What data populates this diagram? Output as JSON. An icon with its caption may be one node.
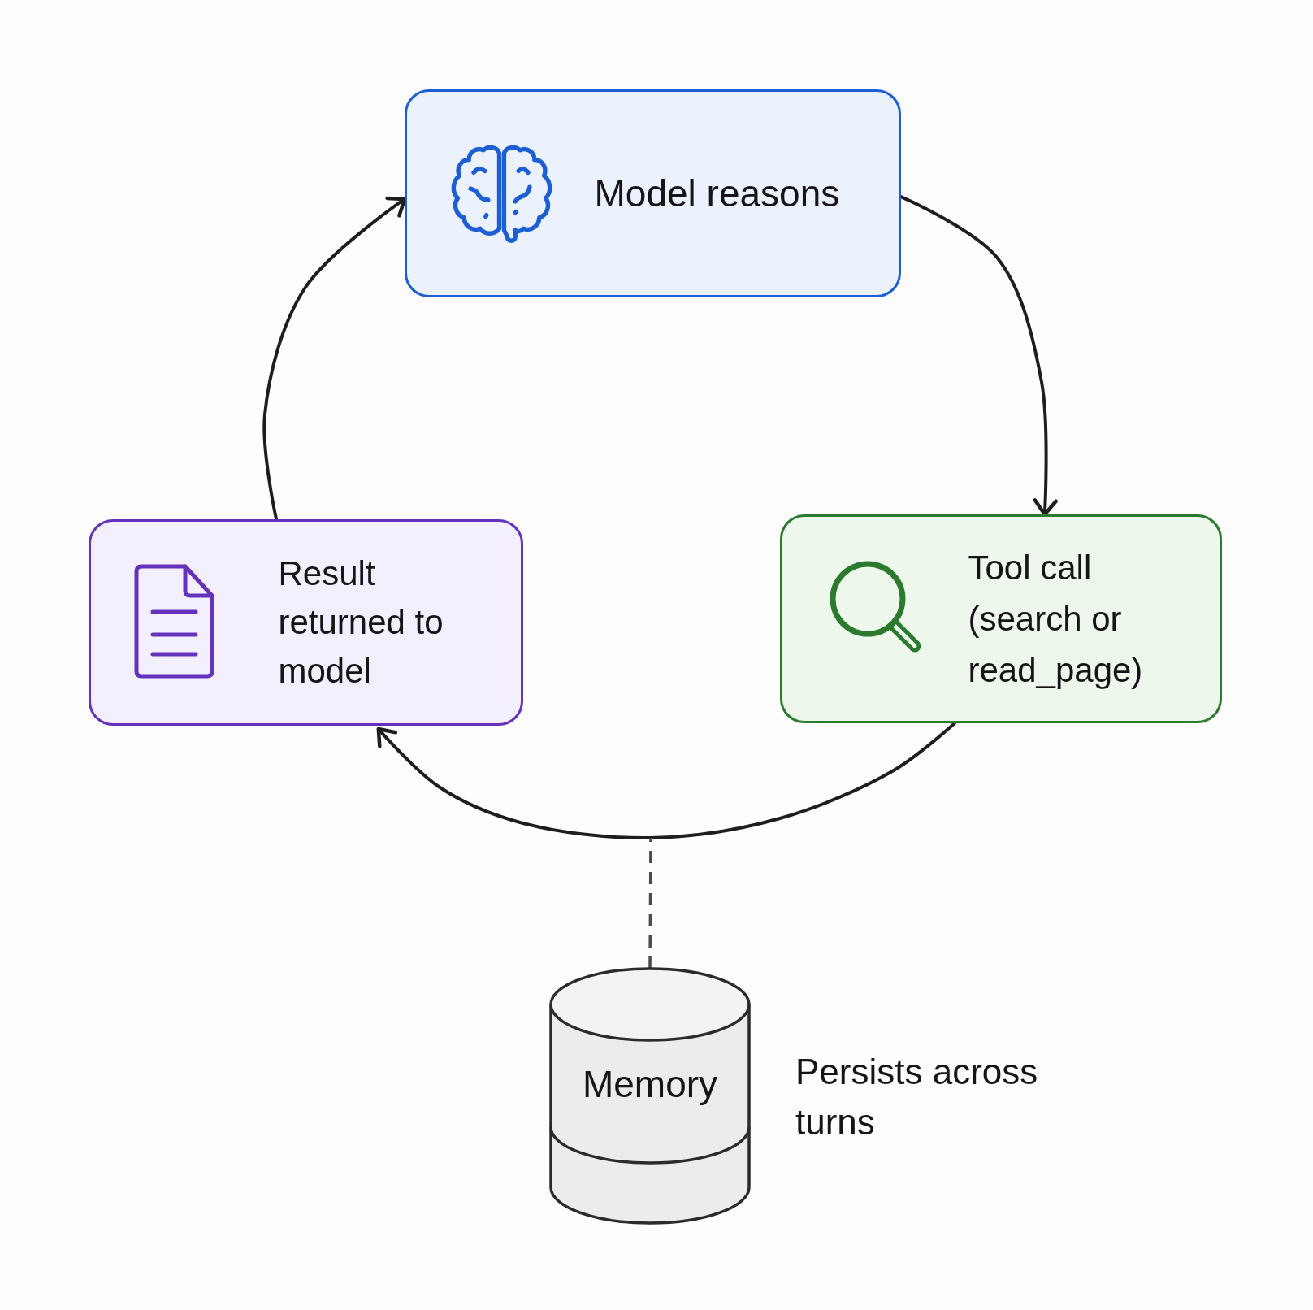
{
  "diagram": {
    "nodes": [
      {
        "text": [
          "Model reasons"
        ]
      },
      {
        "text": [
          "Tool call (search or read_page)"
        ]
      },
      {
        "text": [
          "Result returned to model"
        ]
      },
      {
        "text": [
          "Memory"
        ],
        "beside": [
          "Persists across turns"
        ]
      }
    ],
    "edges": [
      {
        "from": 0,
        "to": 1,
        "arrow": "to"
      },
      {
        "from": 1,
        "to": 2,
        "arrow": "to"
      },
      {
        "from": 2,
        "to": 0,
        "arrow": "to"
      },
      {
        "from": 3,
        "to": null,
        "arrow": "none",
        "style": "dashed"
      }
    ]
  }
}
